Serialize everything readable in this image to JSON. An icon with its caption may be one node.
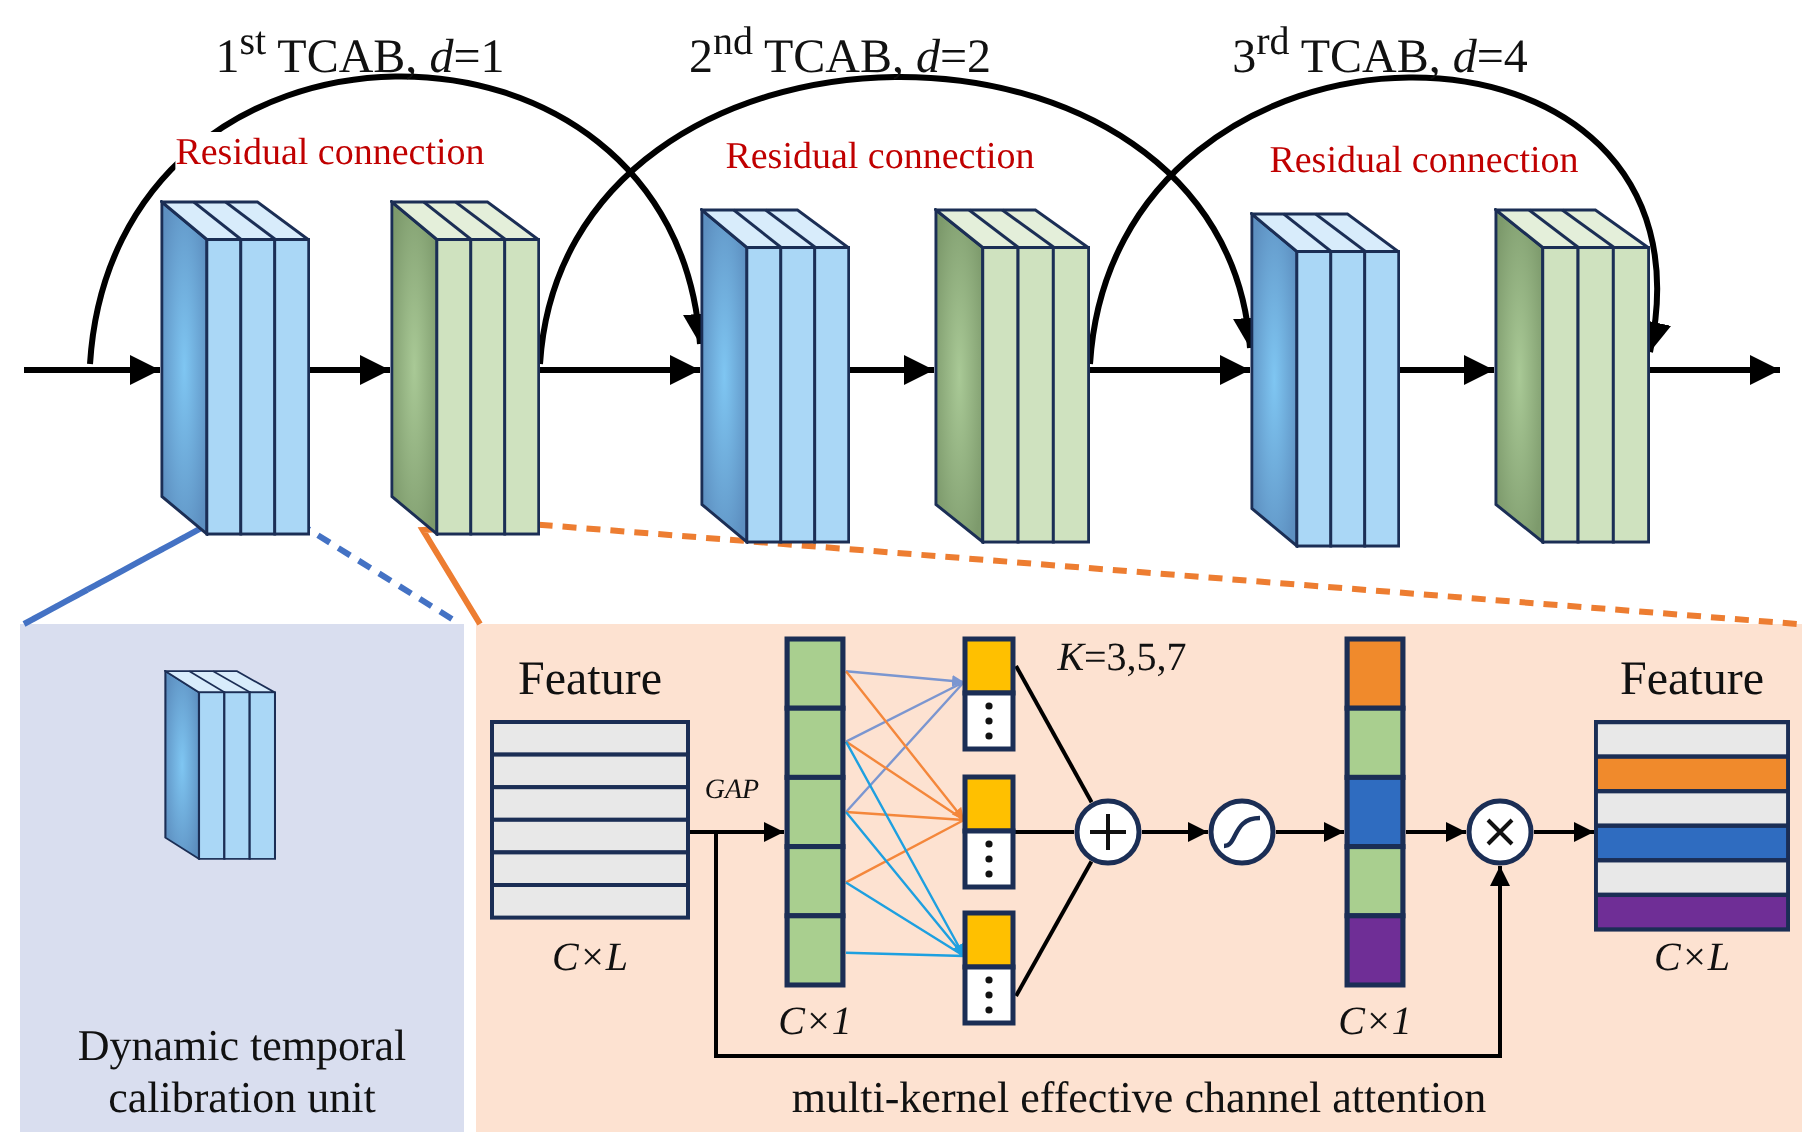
{
  "diagram": {
    "nodes": [
      {
        "text": [],
        "shape": "picture"
      },
      {
        "text": [],
        "shape": "picture"
      },
      {
        "text": [],
        "shape": "picture"
      },
      {
        "text": [],
        "shape": "picture"
      },
      {
        "text": [],
        "shape": "picture"
      },
      {
        "text": [],
        "shape": "picture"
      },
      {
        "text": [
          "Dynamic temporal calibration unit"
        ]
      },
      {
        "text": [],
        "shape": "picture",
        "in": 6
      },
      {
        "text": [
          "multi-kernel effective channel attention"
        ]
      },
      {
        "text": [
          "Feature"
        ],
        "beside": [
          "C×L"
        ],
        "in": 8
      },
      {
        "text": [],
        "shape": "bar",
        "beside": [
          "C×1"
        ],
        "in": 8
      },
      {
        "text": [],
        "shape": "bar",
        "beside": [
          "*K*=3,5,7"
        ],
        "in": 8
      },
      {
        "text": [],
        "shape": "bar",
        "in": 8
      },
      {
        "text": [],
        "shape": "bar",
        "in": 8
      },
      {
        "text": [],
        "shape": "circle",
        "in": 8
      },
      {
        "text": [],
        "shape": "circle",
        "in": 8
      },
      {
        "text": [],
        "shape": "bar",
        "beside": [
          "C×1"
        ],
        "in": 8
      },
      {
        "text": [],
        "shape": "circle",
        "in": 8
      },
      {
        "text": [
          "Feature"
        ],
        "beside": [
          "C×L"
        ],
        "in": 8
      }
    ],
    "edges": [
      {
        "from": null,
        "to": 0,
        "arrow": "to"
      },
      {
        "from": 0,
        "to": 1,
        "arrow": "to"
      },
      {
        "from": 1,
        "to": 2,
        "arrow": "to"
      },
      {
        "from": null,
        "to": 2,
        "arrow": "to",
        "label": "Residual connection"
      },
      {
        "from": 2,
        "to": 3,
        "arrow": "to"
      },
      {
        "from": 3,
        "to": 4,
        "arrow": "to"
      },
      {
        "from": 1,
        "to": 4,
        "arrow": "to",
        "label": "Residual connection"
      },
      {
        "from": 4,
        "to": 5,
        "arrow": "to"
      },
      {
        "from": 5,
        "to": null,
        "arrow": "to"
      },
      {
        "from": 3,
        "to": 5,
        "arrow": "to",
        "label": "Residual connection"
      },
      {
        "from": 0,
        "to": 6,
        "arrow": "none",
        "style": "dashed",
        "color": "#4472c4"
      },
      {
        "from": 1,
        "to": 8,
        "arrow": "none",
        "style": "dashed",
        "color": "#ed7d31"
      },
      {
        "from": 9,
        "to": 10,
        "arrow": "to",
        "label": "GAP"
      },
      {
        "from": 10,
        "to": 11,
        "arrow": "to",
        "color": "#7b96d0"
      },
      {
        "from": 10,
        "to": 12,
        "arrow": "to",
        "color": "#f4873b"
      },
      {
        "from": 10,
        "to": 13,
        "arrow": "to",
        "color": "#1ea0e0"
      },
      {
        "from": 11,
        "to": 14,
        "arrow": "none"
      },
      {
        "from": 12,
        "to": 14,
        "arrow": "none"
      },
      {
        "from": 13,
        "to": 14,
        "arrow": "none"
      },
      {
        "from": 14,
        "to": 15,
        "arrow": "to"
      },
      {
        "from": 15,
        "to": 16,
        "arrow": "to"
      },
      {
        "from": 16,
        "to": 17,
        "arrow": "to"
      },
      {
        "from": 17,
        "to": 18,
        "arrow": "to"
      },
      {
        "from": 9,
        "to": 17,
        "arrow": "to"
      }
    ],
    "labels": [
      "1$^{st}$ TCAB, *d*=1",
      "2$^{nd}$ TCAB, *d*=2",
      "3$^{rd}$ TCAB, *d*=4"
    ]
  }
}
